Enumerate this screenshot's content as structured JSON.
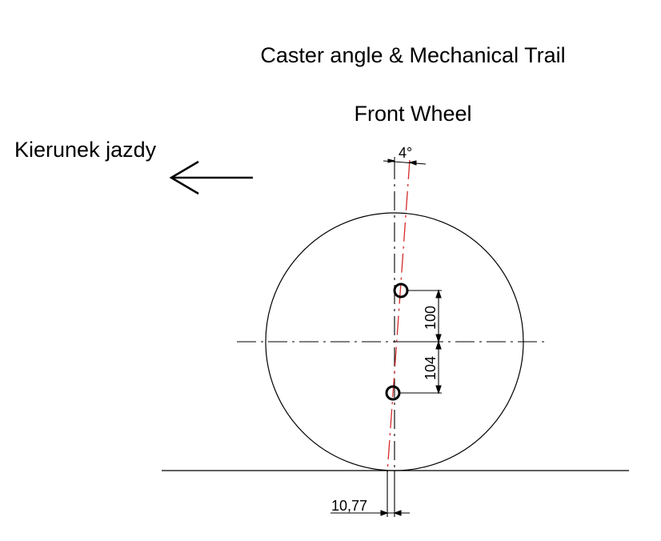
{
  "title": "Caster angle & Mechanical Trail",
  "subtitle": "Front Wheel",
  "direction_label": "Kierunek jazdy",
  "dimensions": {
    "angle": "4°",
    "upper_offset": "100",
    "lower_offset": "104",
    "trail": "10,77"
  },
  "colors": {
    "line": "#000000",
    "steering_axis": "#d42a2a",
    "background": "#ffffff"
  }
}
